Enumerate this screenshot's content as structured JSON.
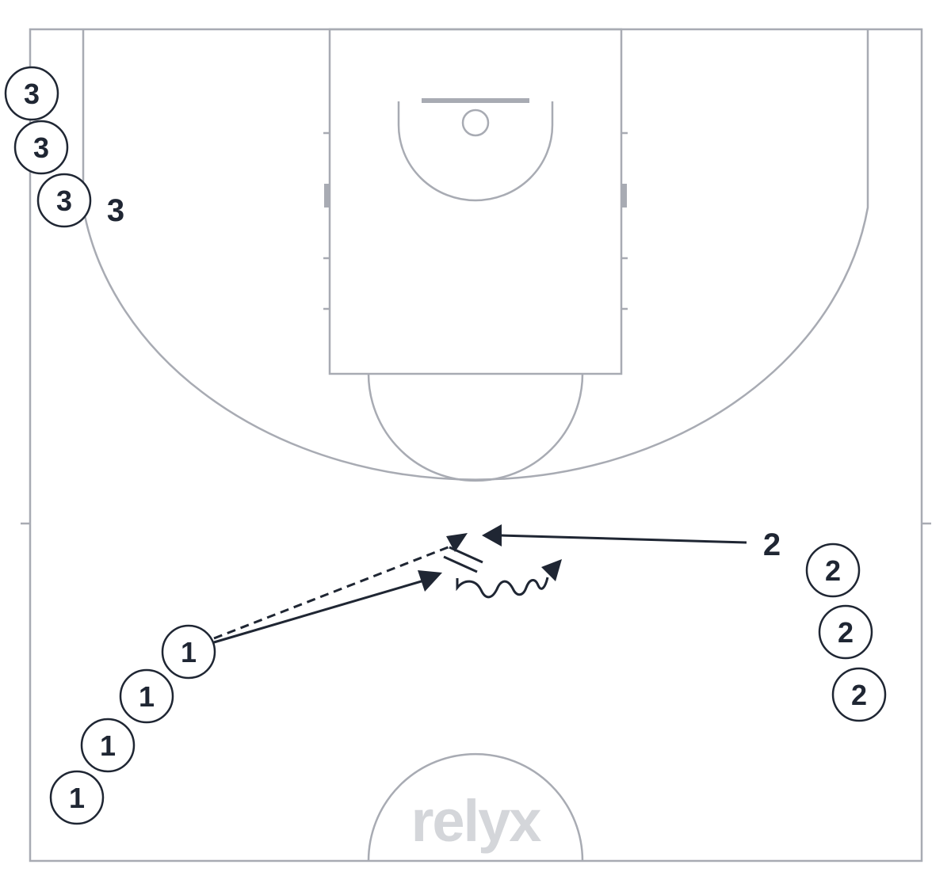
{
  "diagram": {
    "logo_text": "relyx",
    "groups": [
      {
        "label": "1",
        "count": 4
      },
      {
        "label": "2",
        "count": 3
      },
      {
        "label": "3",
        "count": 3
      }
    ],
    "free_labels": [
      "3",
      "2"
    ],
    "actions": [
      "pass",
      "cut",
      "dribble",
      "screen"
    ]
  },
  "colors": {
    "court_lines": "#a8abb3",
    "ink": "#1f2633",
    "logo": "#d4d6da",
    "background": "#ffffff"
  }
}
